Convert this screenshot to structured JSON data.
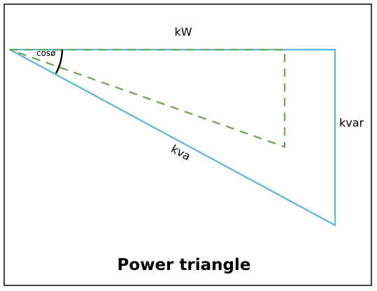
{
  "diagram": {
    "title": "Power triangle",
    "labels": {
      "real_power": "kW",
      "reactive_power": "kvar",
      "apparent_power": "kva",
      "angle": "cosø"
    },
    "colors": {
      "main_triangle": "#5bb4e5",
      "dashed_triangle": "#6aa84f",
      "angle_arc": "#000000",
      "frame": "#000000",
      "text": "#000000"
    }
  }
}
